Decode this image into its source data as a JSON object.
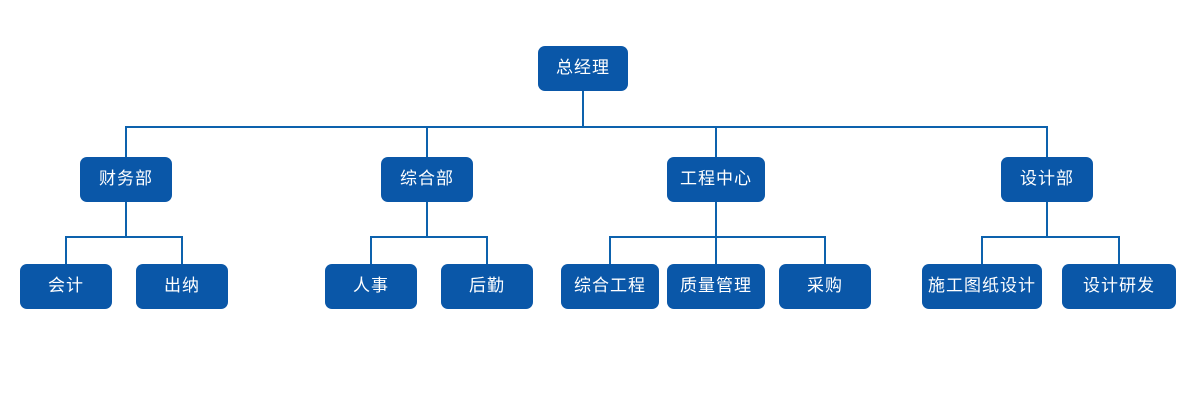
{
  "chart_data": {
    "type": "diagram",
    "subtype": "organization-chart",
    "title": "",
    "orientation": "top-down",
    "levels": 3,
    "node_fill_color": "#0a57a8",
    "node_text_color": "#ffffff",
    "connector_color": "#0d62ad",
    "background_color": "#ffffff",
    "nodes": [
      {
        "id": "n0",
        "label": "总经理",
        "level": 1,
        "parent": null
      },
      {
        "id": "n1",
        "label": "财务部",
        "level": 2,
        "parent": "n0"
      },
      {
        "id": "n2",
        "label": "综合部",
        "level": 2,
        "parent": "n0"
      },
      {
        "id": "n3",
        "label": "工程中心",
        "level": 2,
        "parent": "n0"
      },
      {
        "id": "n4",
        "label": "设计部",
        "level": 2,
        "parent": "n0"
      },
      {
        "id": "n5",
        "label": "会计",
        "level": 3,
        "parent": "n1"
      },
      {
        "id": "n6",
        "label": "出纳",
        "level": 3,
        "parent": "n1"
      },
      {
        "id": "n7",
        "label": "人事",
        "level": 3,
        "parent": "n2"
      },
      {
        "id": "n8",
        "label": "后勤",
        "level": 3,
        "parent": "n2"
      },
      {
        "id": "n9",
        "label": "综合工程",
        "level": 3,
        "parent": "n3"
      },
      {
        "id": "n10",
        "label": "质量管理",
        "level": 3,
        "parent": "n3"
      },
      {
        "id": "n11",
        "label": "采购",
        "level": 3,
        "parent": "n3"
      },
      {
        "id": "n12",
        "label": "施工图纸设计",
        "level": 3,
        "parent": "n4"
      },
      {
        "id": "n13",
        "label": "设计研发",
        "level": 3,
        "parent": "n4"
      }
    ]
  },
  "nodes": {
    "root": {
      "label": "总经理"
    },
    "finance": {
      "label": "财务部"
    },
    "general": {
      "label": "综合部"
    },
    "engineering": {
      "label": "工程中心"
    },
    "design": {
      "label": "设计部"
    },
    "accounting": {
      "label": "会计"
    },
    "cashier": {
      "label": "出纳"
    },
    "hr": {
      "label": "人事"
    },
    "logistics": {
      "label": "后勤"
    },
    "comprehensive_engineering": {
      "label": "综合工程"
    },
    "quality_management": {
      "label": "质量管理"
    },
    "procurement": {
      "label": "采购"
    },
    "construction_drawing_design": {
      "label": "施工图纸设计"
    },
    "design_rnd": {
      "label": "设计研发"
    }
  }
}
